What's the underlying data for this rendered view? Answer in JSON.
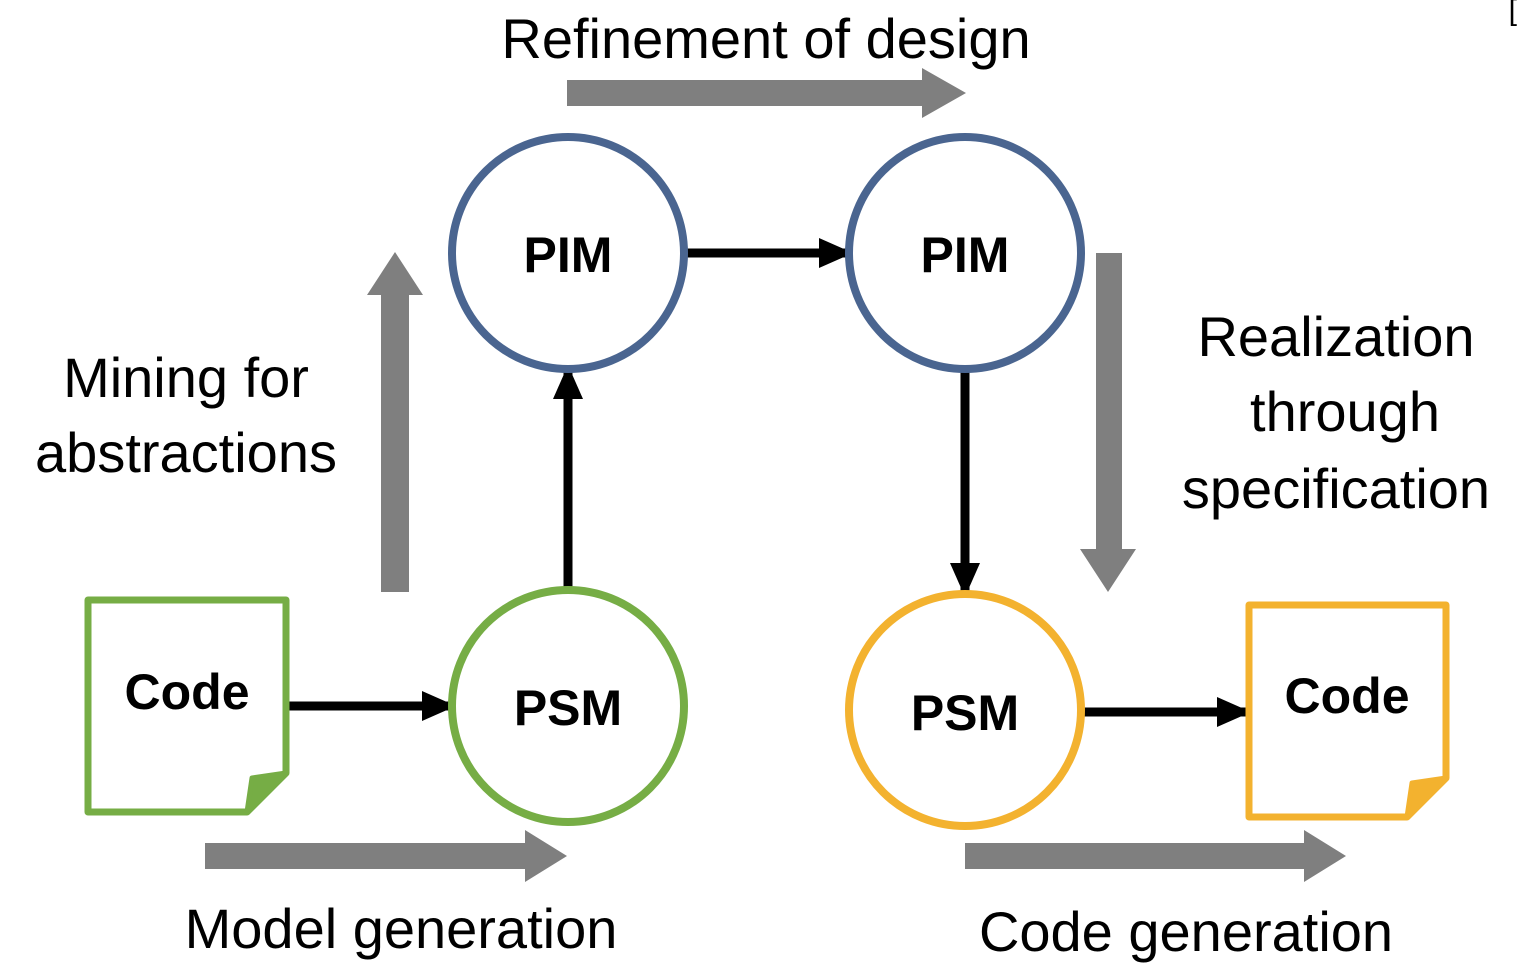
{
  "phases": {
    "refinement": "Refinement of design",
    "mining": [
      "Mining for",
      "abstractions"
    ],
    "realization": [
      "Realization",
      "through",
      "specification"
    ],
    "model_generation": "Model generation",
    "code_generation": "Code generation"
  },
  "nodes": {
    "code_source": "Code",
    "psm_source": "PSM",
    "pim_source": "PIM",
    "pim_target": "PIM",
    "psm_target": "PSM",
    "code_target": "Code"
  },
  "corner_mark": "[",
  "colors": {
    "pim": "#4a6590",
    "source": "#76ad45",
    "target": "#f3b22f",
    "phase_arrow": "#7f7f7f",
    "flow_arrow": "#000000"
  },
  "icons": {
    "code_source": "document-icon",
    "code_target": "document-icon"
  }
}
